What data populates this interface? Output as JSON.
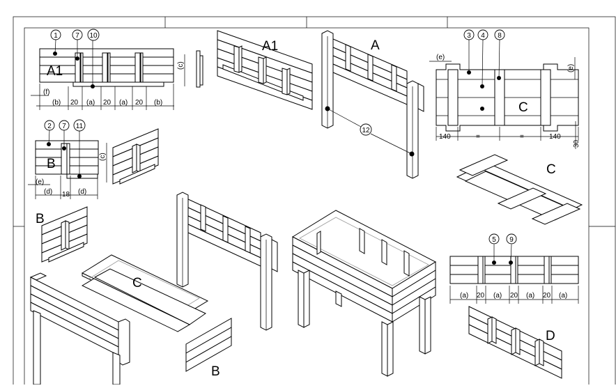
{
  "labels": {
    "a1_front": "A1",
    "a1_iso": "A1",
    "a_iso": "A",
    "b_front": "B",
    "b_iso_small": "B",
    "b_iso_bottom": "B",
    "c_top": "C",
    "c_iso_right": "C",
    "c_iso_center": "C",
    "d_iso": "D"
  },
  "callouts": [
    "1",
    "7",
    "10",
    "2",
    "7",
    "11",
    "3",
    "4",
    "8",
    "12",
    "5",
    "9"
  ],
  "dimensions": {
    "a1_row": [
      "(b)",
      "20",
      "(a)",
      "20",
      "(a)",
      "20",
      "(b)"
    ],
    "a1_f": "(f)",
    "a1_c": "(c)",
    "b_row": [
      "(d)",
      "18",
      "(d)"
    ],
    "b_e": "(e)",
    "b_c": "(c)",
    "c_row": [
      "140",
      "=",
      "=",
      "140"
    ],
    "c_e_top": "(e)",
    "c_e_right": "(e)",
    "c_30": "30",
    "d_row": [
      "(a)",
      "20",
      "(a)",
      "20",
      "(a)",
      "20",
      "(a)"
    ]
  }
}
